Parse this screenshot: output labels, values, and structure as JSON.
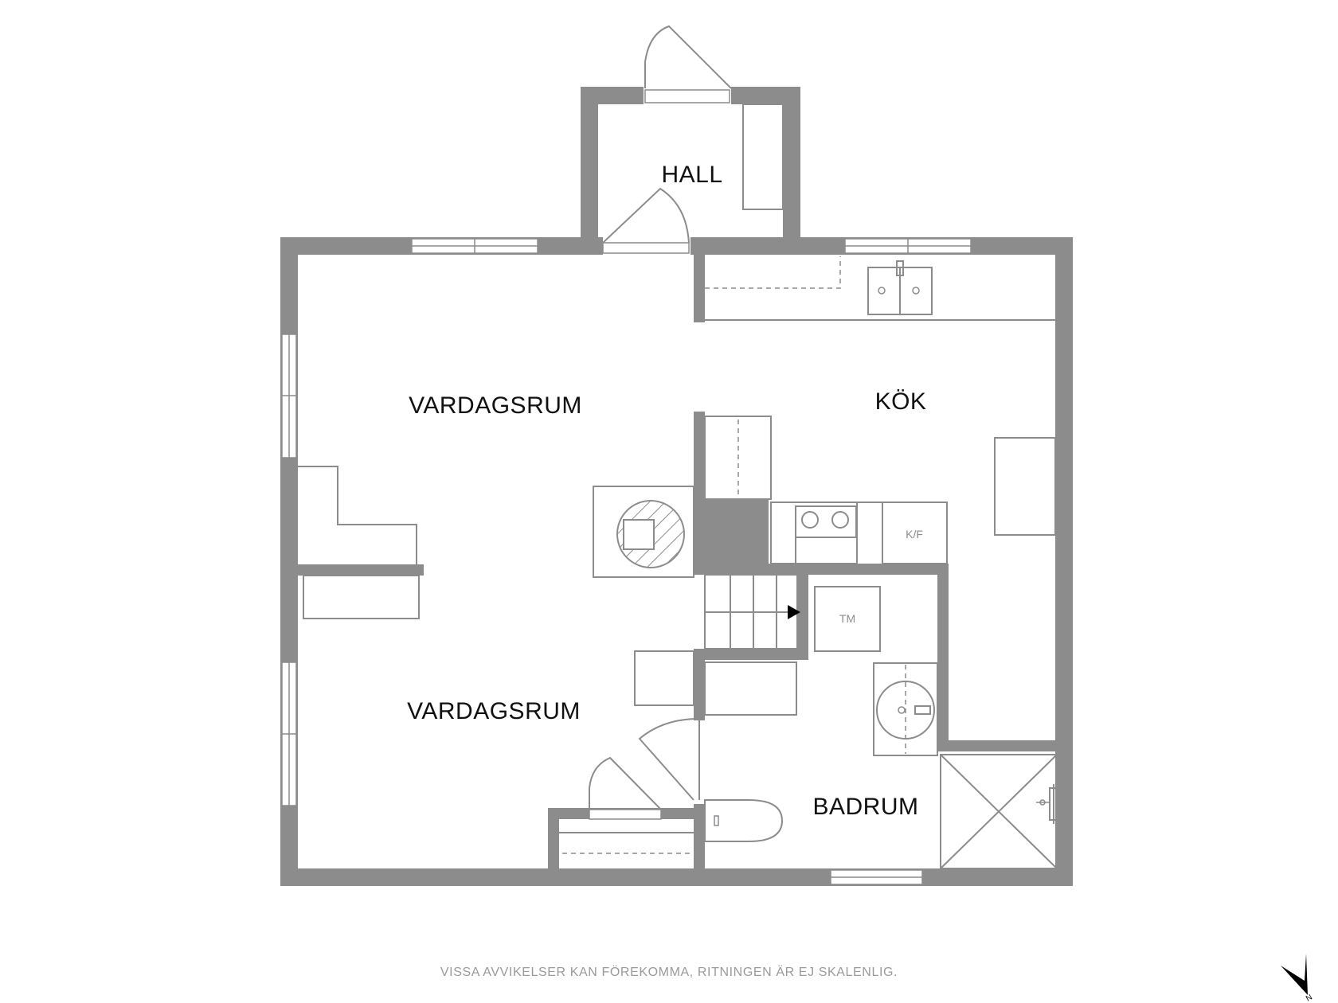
{
  "rooms": {
    "hall": "HALL",
    "vardagsrum_upper": "VARDAGSRUM",
    "kok": "KÖK",
    "vardagsrum_lower": "VARDAGSRUM",
    "badrum": "BADRUM"
  },
  "appliances": {
    "fridge_freezer": "K/F",
    "washing_machine": "TM"
  },
  "disclaimer": "VISSA AVVIKELSER KAN FÖREKOMMA, RITNINGEN ÄR EJ SKALENLIG.",
  "compass": {
    "icon": "north-arrow-icon",
    "label": "N"
  },
  "colors": {
    "wall": "#8c8c8d",
    "text": "#111111"
  }
}
